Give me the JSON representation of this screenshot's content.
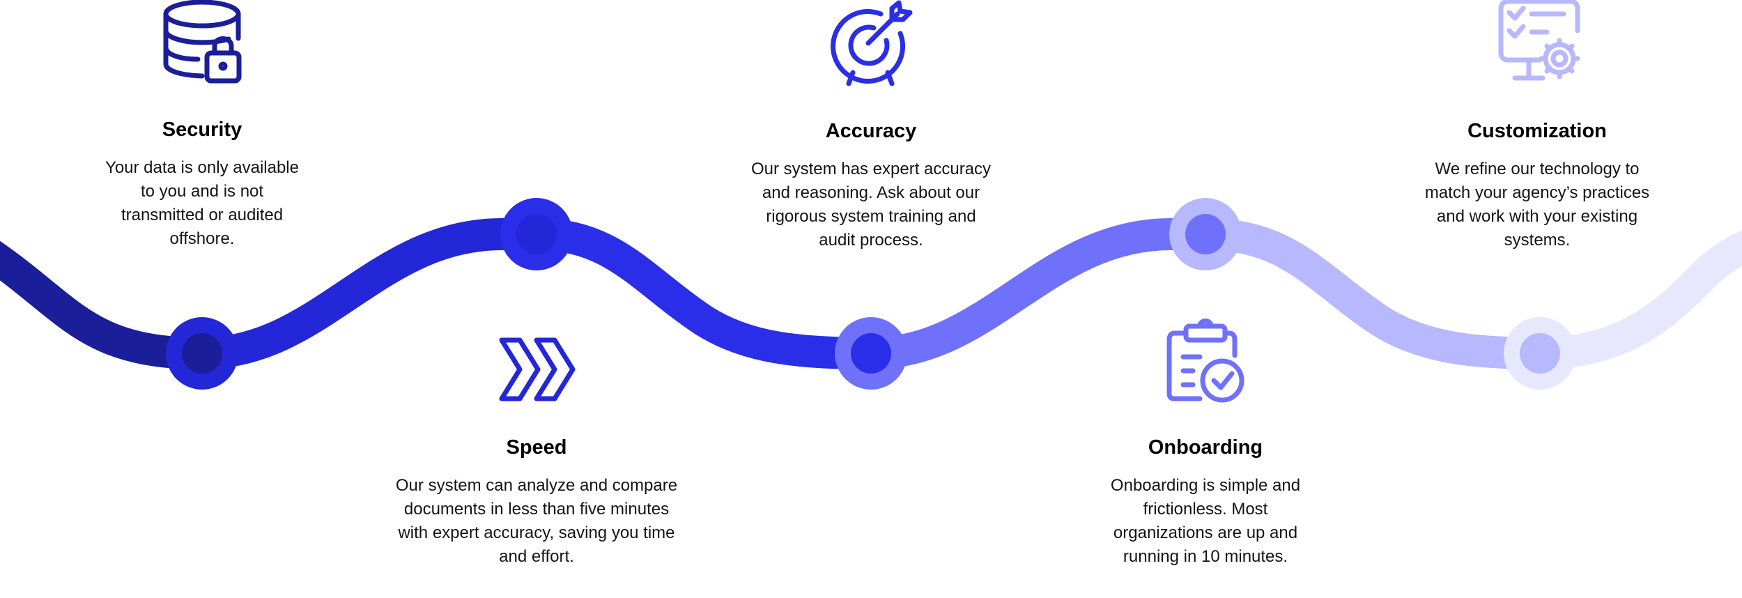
{
  "colors": {
    "seg1": "#1b1e99",
    "seg2": "#2327d8",
    "seg3": "#2a2ee8",
    "seg4": "#6f71fb",
    "seg5": "#b7b8fd",
    "seg6": "#e7e7fe",
    "security_icon": "#1b1e99",
    "speed_icon": "#2327d8",
    "accuracy_icon": "#2a2ee8",
    "onboarding_icon": "#6f71fb",
    "customization_icon": "#b7b8fd"
  },
  "features": [
    {
      "key": "security",
      "icon": "database-lock-icon",
      "title": "Security",
      "description": "Your data is only available to you and is not transmitted or audited offshore."
    },
    {
      "key": "speed",
      "icon": "double-chevron-right-icon",
      "title": "Speed",
      "description": "Our system can analyze and compare documents in less than five minutes with expert accuracy, saving you time and effort."
    },
    {
      "key": "accuracy",
      "icon": "target-arrow-icon",
      "title": "Accuracy",
      "description": "Our system has expert accuracy and reasoning. Ask about our rigorous system training and audit process."
    },
    {
      "key": "onboarding",
      "icon": "clipboard-check-icon",
      "title": "Onboarding",
      "description": "Onboarding is simple and frictionless. Most organizations are up and running in 10 minutes."
    },
    {
      "key": "customization",
      "icon": "checklist-gear-icon",
      "title": "Customization",
      "description": "We refine our technology to match your agency’s practices and work with your existing systems."
    }
  ]
}
